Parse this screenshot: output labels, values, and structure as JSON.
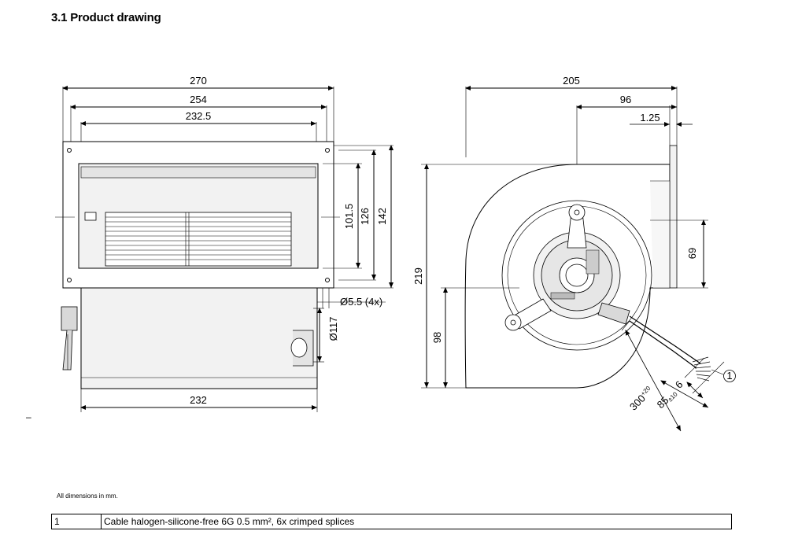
{
  "title": "3.1 Product drawing",
  "front_view": {
    "dims": {
      "width_total": "270",
      "width_mid": "254",
      "width_inner": "232.5",
      "height_inner": "101.5",
      "height_mid": "126",
      "height_total": "142",
      "hole": "Ø5.5 (4x)",
      "hub_diameter": "Ø117",
      "bottom_width": "232"
    }
  },
  "side_view": {
    "dims": {
      "width_total": "205",
      "depth": "96",
      "flange": "1.25",
      "height_total": "219",
      "height_lower": "98",
      "outlet_height": "69",
      "cable_6": "6",
      "cable_85": "85",
      "cable_85_tol": "±10",
      "cable_300": "300",
      "cable_300_tol": "+20",
      "callout": "1"
    }
  },
  "note": "All dimensions in mm.",
  "small_mark": "–",
  "legend": [
    {
      "num": "1",
      "text": "Cable halogen-silicone-free 6G 0.5 mm², 6x crimped splices"
    }
  ],
  "colors": {
    "line": "#000000",
    "fill_light": "#f2f2f2",
    "fill_mid": "#d9d9d9"
  }
}
